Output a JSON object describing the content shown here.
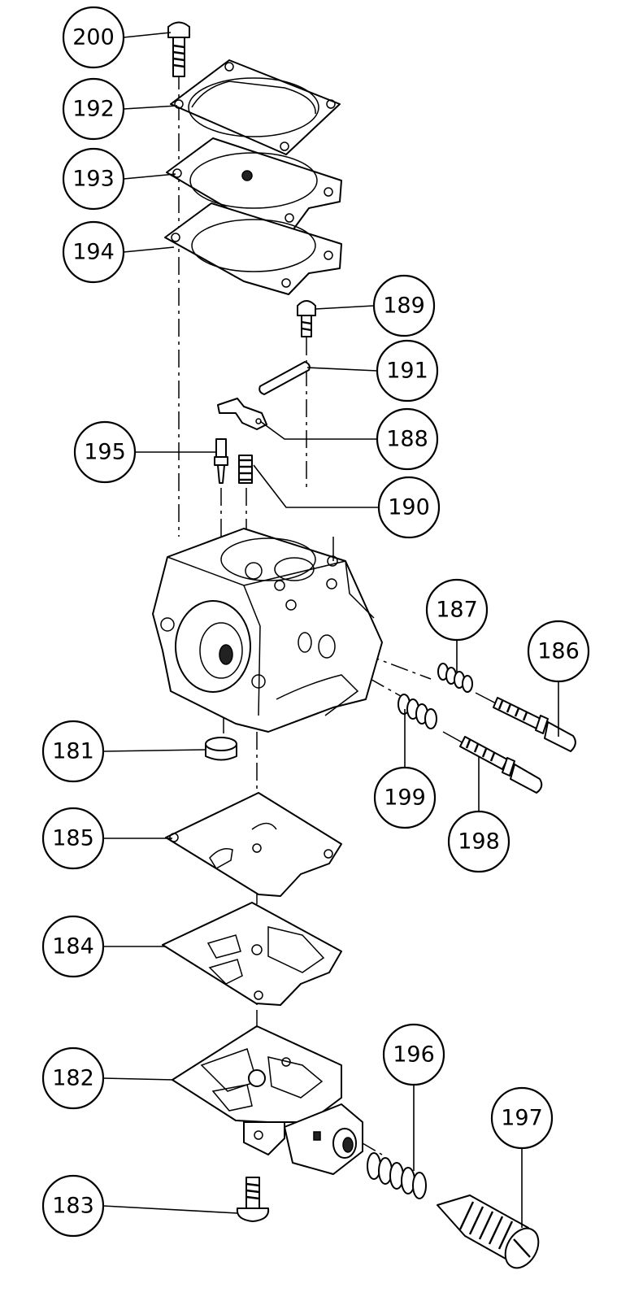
{
  "callouts": [
    {
      "id": "200"
    },
    {
      "id": "192"
    },
    {
      "id": "193"
    },
    {
      "id": "194"
    },
    {
      "id": "189"
    },
    {
      "id": "191"
    },
    {
      "id": "188"
    },
    {
      "id": "195"
    },
    {
      "id": "190"
    },
    {
      "id": "187"
    },
    {
      "id": "186"
    },
    {
      "id": "181"
    },
    {
      "id": "199"
    },
    {
      "id": "198"
    },
    {
      "id": "185"
    },
    {
      "id": "184"
    },
    {
      "id": "182"
    },
    {
      "id": "196"
    },
    {
      "id": "197"
    },
    {
      "id": "183"
    }
  ]
}
